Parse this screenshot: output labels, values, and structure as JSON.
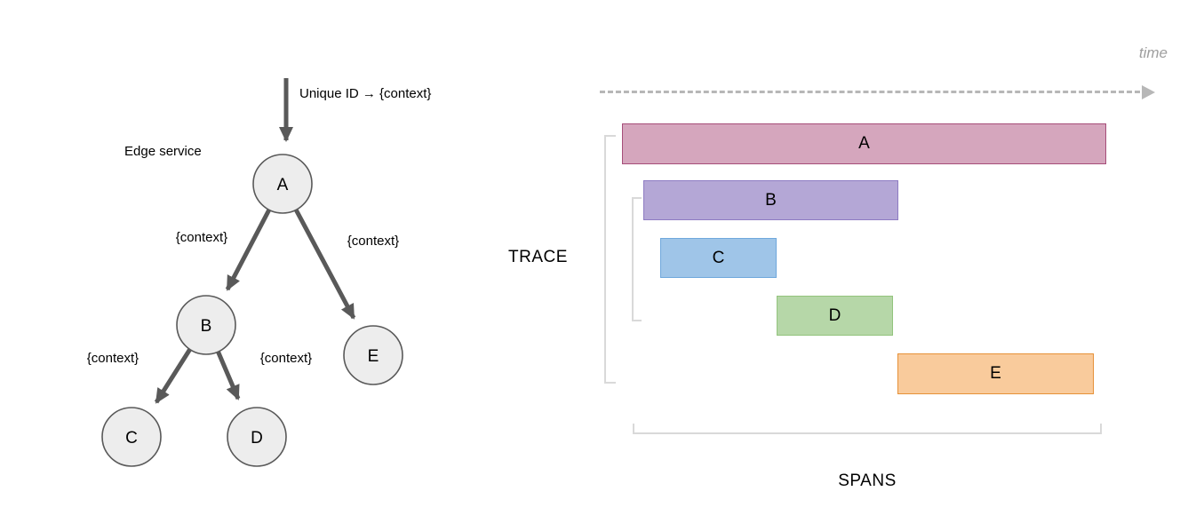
{
  "diagram": {
    "tree": {
      "top_arrow_label": "Unique ID → {context}",
      "edge_service_label": "Edge service",
      "nodes": [
        {
          "id": "A",
          "label": "A"
        },
        {
          "id": "B",
          "label": "B"
        },
        {
          "id": "C",
          "label": "C"
        },
        {
          "id": "D",
          "label": "D"
        },
        {
          "id": "E",
          "label": "E"
        }
      ],
      "edges": [
        {
          "from": "A",
          "to": "B",
          "label": "{context}"
        },
        {
          "from": "A",
          "to": "E",
          "label": "{context}"
        },
        {
          "from": "B",
          "to": "C",
          "label": "{context}"
        },
        {
          "from": "B",
          "to": "D",
          "label": "{context}"
        }
      ]
    },
    "timeline": {
      "time_label": "time",
      "trace_label": "TRACE",
      "spans_label": "SPANS",
      "spans": [
        {
          "label": "A",
          "fill": "#d5a6bd",
          "border": "#a64d79"
        },
        {
          "label": "B",
          "fill": "#b4a7d6",
          "border": "#8e7cc3"
        },
        {
          "label": "C",
          "fill": "#9fc5e8",
          "border": "#6fa8dc"
        },
        {
          "label": "D",
          "fill": "#b6d7a8",
          "border": "#93c47d"
        },
        {
          "label": "E",
          "fill": "#f9cb9c",
          "border": "#e69138"
        }
      ]
    }
  }
}
